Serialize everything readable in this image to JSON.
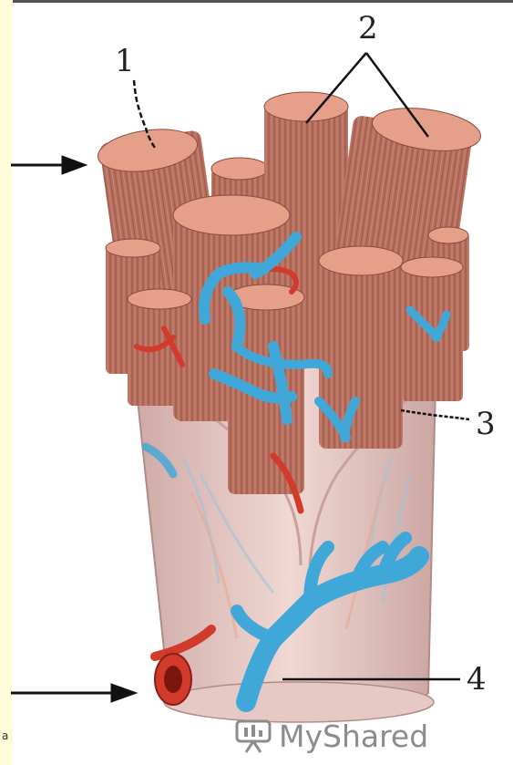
{
  "labels": {
    "l1": "1",
    "l2": "2",
    "l3": "3",
    "l4": "4"
  },
  "watermark": {
    "text": "MyShared",
    "icon": "presentation-board-icon"
  },
  "corner_glyph": "a",
  "colors": {
    "fiber": "#b8705f",
    "fiber_dark": "#8a4a3e",
    "fiber_cut": "#e6a08a",
    "vein": "#3fa8d8",
    "artery": "#d23b2b",
    "sheath": "#e8c9c4",
    "background_strip": "#fffbd8"
  }
}
